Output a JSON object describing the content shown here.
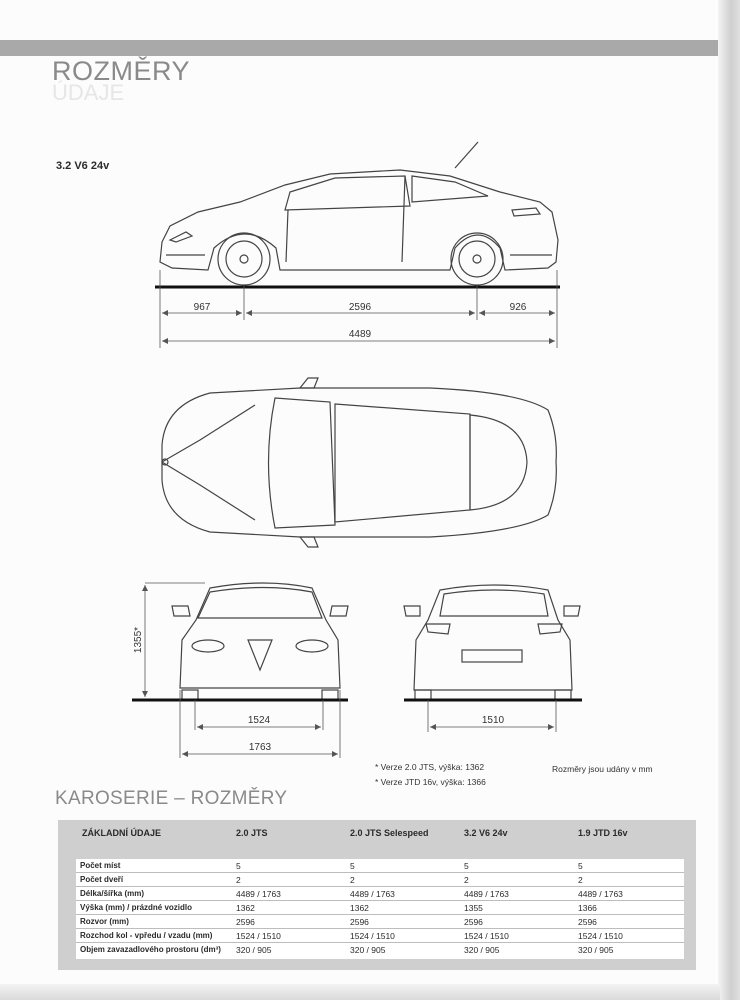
{
  "page": {
    "title": "ROZMĚRY",
    "ghost_title": "ÚDAJE",
    "model_label": "3.2 V6 24v"
  },
  "dimensions": {
    "front_overhang": "967",
    "wheelbase": "2596",
    "rear_overhang": "926",
    "overall_length": "4489",
    "height": "1355*",
    "front_track": "1524",
    "overall_width": "1763",
    "rear_track": "1510"
  },
  "notes": {
    "note_1": "* Verze 2.0 JTS, výška: 1362",
    "note_2": "* Verze JTD 16v, výška: 1366",
    "units_note": "Rozměry jsou udány v mm"
  },
  "section": {
    "title": "KAROSERIE – ROZMĚRY"
  },
  "table": {
    "header_label": "ZÁKLADNÍ ÚDAJE",
    "columns": [
      "2.0 JTS",
      "2.0 JTS Selespeed",
      "3.2 V6 24v",
      "1.9 JTD 16v"
    ],
    "rows": [
      {
        "label": "Počet míst",
        "values": [
          "5",
          "5",
          "5",
          "5"
        ]
      },
      {
        "label": "Počet dveří",
        "values": [
          "2",
          "2",
          "2",
          "2"
        ]
      },
      {
        "label": "Délka/šířka (mm)",
        "values": [
          "4489 / 1763",
          "4489 / 1763",
          "4489 / 1763",
          "4489 / 1763"
        ]
      },
      {
        "label": "Výška (mm) / prázdné vozidlo",
        "values": [
          "1362",
          "1362",
          "1355",
          "1366"
        ]
      },
      {
        "label": "Rozvor (mm)",
        "values": [
          "2596",
          "2596",
          "2596",
          "2596"
        ]
      },
      {
        "label": "Rozchod kol - vpředu / vzadu (mm)",
        "values": [
          "1524 / 1510",
          "1524 / 1510",
          "1524 / 1510",
          "1524 / 1510"
        ]
      },
      {
        "label": "Objem zavazadlového prostoru (dm³)",
        "values": [
          "320 / 905",
          "320 / 905",
          "320 / 905",
          "320 / 905"
        ]
      }
    ]
  }
}
